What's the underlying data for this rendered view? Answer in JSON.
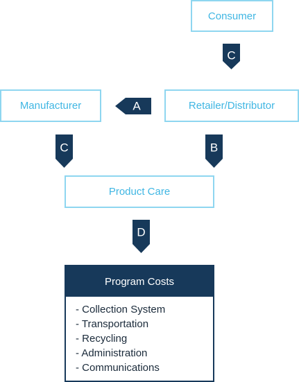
{
  "nodes": {
    "consumer": "Consumer",
    "manufacturer": "Manufacturer",
    "retailer": "Retailer/Distributor",
    "product_care": "Product Care"
  },
  "program_costs": {
    "title": "Program Costs",
    "items": [
      "- Collection System",
      "- Transportation",
      "- Recycling",
      "- Administration",
      "- Communications"
    ]
  },
  "arrows": {
    "consumer_to_retailer": "C",
    "retailer_to_manufacturer": "A",
    "manufacturer_to_productcare": "C",
    "retailer_to_productcare": "B",
    "productcare_to_costs": "D"
  },
  "colors": {
    "node_border": "#8ed6f0",
    "node_text": "#3fb6e3",
    "arrow_fill": "#17395a",
    "header_fill": "#17395a"
  }
}
